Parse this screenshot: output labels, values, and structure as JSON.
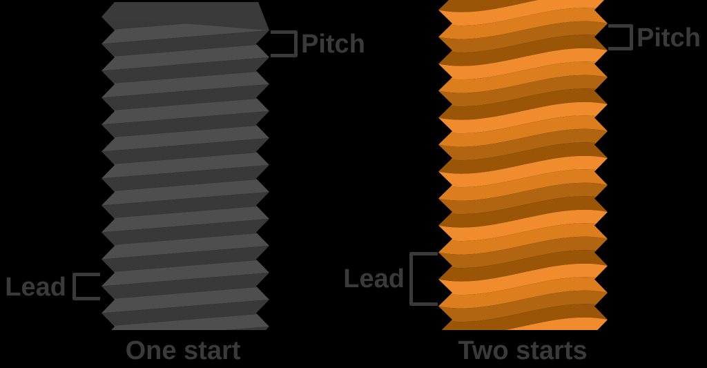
{
  "diagram": {
    "left_thread": {
      "caption": "One start",
      "pitch_label": "Pitch",
      "lead_label": "Lead"
    },
    "right_thread": {
      "caption": "Two starts",
      "pitch_label": "Pitch",
      "lead_label": "Lead"
    },
    "colors": {
      "background": "#000000",
      "label_text": "#3a3a3b",
      "bracket": "#3a3a3b",
      "gray_thread_light": "#4e4e4f",
      "gray_thread_dark": "#393939",
      "gray_top_face": "#3a3a3b",
      "orange_bright": "#f08c2d",
      "orange_medium_light": "#dd7e1e",
      "orange_medium_dark": "#b26511",
      "orange_dark": "#9a5507"
    }
  }
}
